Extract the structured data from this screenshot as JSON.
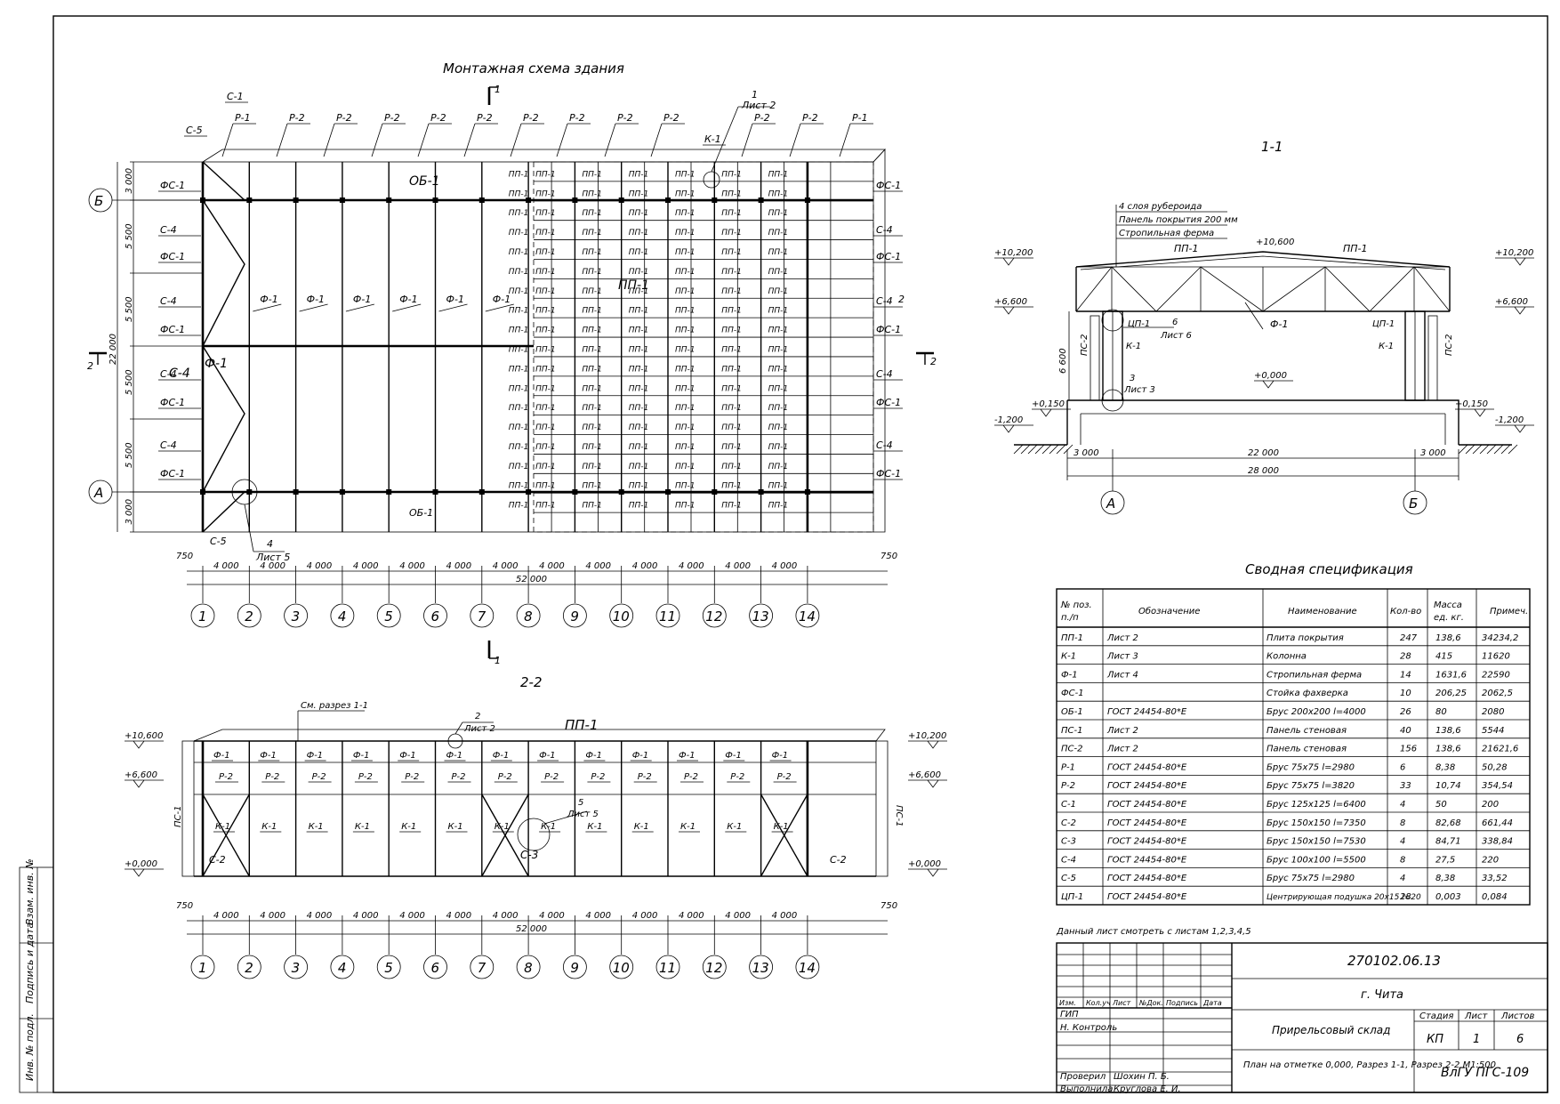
{
  "plan": {
    "title": "Монтажная схема здания",
    "section_mark_top": "1",
    "section_mark_left": "2",
    "section_mark_right": "2",
    "section_mark_bottom": "1",
    "axes_letters": [
      "Б",
      "А"
    ],
    "axes_numbers": [
      "1",
      "2",
      "3",
      "4",
      "5",
      "6",
      "7",
      "8",
      "9",
      "10",
      "11",
      "12",
      "13",
      "14"
    ],
    "bay_dim": "4 000",
    "total_dim": "52 000",
    "edge_dim": "750",
    "vertical_dims": [
      "3 000",
      "5 500",
      "5 500",
      "5 500",
      "5 500",
      "3 000"
    ],
    "total_vertical_dim": "22 000",
    "top_labels": [
      "С-1",
      "С-5",
      "Р-1",
      "Р-2",
      "Р-2",
      "Р-2",
      "Р-2",
      "Р-2",
      "Р-2",
      "Р-2",
      "Р-2",
      "Р-2",
      "К-1",
      "Р-2",
      "Р-2",
      "Р-1"
    ],
    "callout_top": {
      "num": "1",
      "sheet": "Лист 2"
    },
    "callout_bottom": {
      "num": "4",
      "sheet": "Лист 5"
    },
    "left_labels": [
      "ФС-1",
      "С-4",
      "ФС-1",
      "С-4",
      "ФС-1",
      "С-4",
      "ФС-1",
      "С-4",
      "ФС-1"
    ],
    "right_labels": [
      "ФС-1",
      "С-4",
      "ФС-1",
      "С-4",
      "ФС-1",
      "С-4",
      "ФС-1",
      "С-4",
      "ФС-1"
    ],
    "right_num": "2",
    "ob_top": "ОБ-1",
    "ob_bottom": "ОБ-1",
    "truss_label": "Ф-1",
    "brace_big": "С-4",
    "brace_big2": "Ф-1",
    "panel_label": "ПП-1",
    "bottom_left_label": "С-5"
  },
  "section11": {
    "title": "1-1",
    "notes": [
      "4 слоя рубероида",
      "Панель покрытия 200 мм",
      "Стропильная ферма"
    ],
    "pp_left": "ПП-1",
    "pp_right": "ПП-1",
    "elev_ridge": "+10,600",
    "elev_left_top": "+10,200",
    "elev_right_top": "+10,200",
    "elev_left_mid": "+6,600",
    "elev_right_mid": "+6,600",
    "elev_left_low": "+0,150",
    "elev_right_low": "+0,150",
    "elev_zero": "+0,000",
    "elev_left_ground": "-1,200",
    "elev_right_ground": "-1,200",
    "height_dim": "6 600",
    "cp_left": "ЦП-1",
    "cp_right": "ЦП-1",
    "k_left": "К-1",
    "k_right": "К-1",
    "ps_left": "ПС-2",
    "ps_right": "ПС-2",
    "truss": "Ф-1",
    "callout6": {
      "num": "6",
      "sheet": "Лист 6"
    },
    "callout3": {
      "num": "3",
      "sheet": "Лист 3"
    },
    "dim_left": "3 000",
    "dim_mid": "22 000",
    "dim_right": "3 000",
    "dim_total": "28 000",
    "axis_a": "А",
    "axis_b": "Б"
  },
  "section22": {
    "title": "2-2",
    "note": "См. разрез 1-1",
    "pp": "ПП-1",
    "callout": {
      "num": "2",
      "sheet": "Лист 2"
    },
    "callout5": {
      "num": "5",
      "sheet": "Лист 5"
    },
    "elev_top_left": "+10,600",
    "elev_top_right": "+10,200",
    "elev_mid_left": "+6,600",
    "elev_mid_right": "+6,600",
    "elev_zero_left": "+0,000",
    "elev_zero_right": "+0,000",
    "ps_left": "ПС-1",
    "ps_right": "ПС-1",
    "f_label": "Ф-1",
    "r_label": "Р-2",
    "k_label": "К-1",
    "c2": "С-2",
    "c3": "С-3",
    "edge_dim": "750",
    "bay_dim": "4 000",
    "total_dim": "52 000"
  },
  "spec": {
    "title": "Сводная спецификация",
    "headers": [
      "№ поз. п./п",
      "Обозначение",
      "Наименование",
      "Кол-во",
      "Масса ед. кг.",
      "Примеч."
    ],
    "rows": [
      [
        "ПП-1",
        "Лист 2",
        "Плита покрытия",
        "247",
        "138,6",
        "34234,2"
      ],
      [
        "К-1",
        "Лист 3",
        "Колонна",
        "28",
        "415",
        "11620"
      ],
      [
        "Ф-1",
        "Лист 4",
        "Стропильная ферма",
        "14",
        "1631,6",
        "22590"
      ],
      [
        "ФС-1",
        "",
        "Стойка фахверка",
        "10",
        "206,25",
        "2062,5"
      ],
      [
        "ОБ-1",
        "ГОСТ 24454-80*Е",
        "Брус 200х200 l=4000",
        "26",
        "80",
        "2080"
      ],
      [
        "ПС-1",
        "Лист 2",
        "Панель стеновая",
        "40",
        "138,6",
        "5544"
      ],
      [
        "ПС-2",
        "Лист 2",
        "Панель стеновая",
        "156",
        "138,6",
        "21621,6"
      ],
      [
        "Р-1",
        "ГОСТ 24454-80*Е",
        "Брус 75х75 l=2980",
        "6",
        "8,38",
        "50,28"
      ],
      [
        "Р-2",
        "ГОСТ 24454-80*Е",
        "Брус 75х75 l=3820",
        "33",
        "10,74",
        "354,54"
      ],
      [
        "С-1",
        "ГОСТ 24454-80*Е",
        "Брус 125х125 l=6400",
        "4",
        "50",
        "200"
      ],
      [
        "С-2",
        "ГОСТ 24454-80*Е",
        "Брус 150х150 l=7350",
        "8",
        "82,68",
        "661,44"
      ],
      [
        "С-3",
        "ГОСТ 24454-80*Е",
        "Брус 150х150 l=7530",
        "4",
        "84,71",
        "338,84"
      ],
      [
        "С-4",
        "ГОСТ 24454-80*Е",
        "Брус 100х100 l=5500",
        "8",
        "27,5",
        "220"
      ],
      [
        "С-5",
        "ГОСТ 24454-80*Е",
        "Брус 75х75 l=2980",
        "4",
        "8,38",
        "33,52"
      ],
      [
        "ЦП-1",
        "ГОСТ 24454-80*Е",
        "Центрирующая подушка 20х15 l=20",
        "28",
        "0,003",
        "0,084"
      ]
    ],
    "note": "Данный лист смотреть с листам 1,2,3,4,5"
  },
  "stamp": {
    "code": "270102.06.13",
    "city": "г. Чита",
    "object": "Прирельсовый склад",
    "sheet_title": "План на отметке 0,000, Разрез 1-1, Разрез 2-2 М1:500",
    "org": "ВлГУ ПГС-109",
    "stage_h": "Стадия",
    "sheet_h": "Лист",
    "sheets_h": "Листов",
    "stage": "КП",
    "sheet": "1",
    "sheets": "6",
    "col_heads": [
      "Изм.",
      "Кол.уч",
      "Лист",
      "№Док.",
      "Подпись",
      "Дата"
    ],
    "roles": [
      "ГИП",
      "Н. Контроль",
      "Проверил",
      "Выполнила"
    ],
    "names": [
      "Шохин П. Б.",
      "Круглова Е. И."
    ],
    "side_labels": [
      "Взам. инв. №",
      "Подпись и дата",
      "Инв. № подл."
    ]
  }
}
